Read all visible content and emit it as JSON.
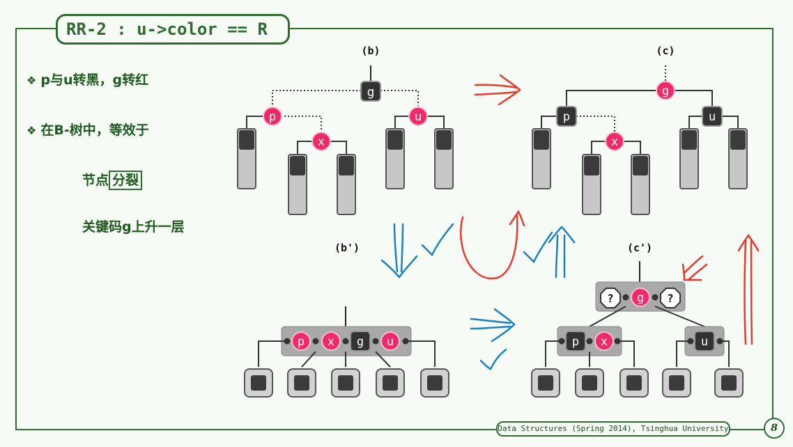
{
  "slide": {
    "title": "RR-2 : u->color == R",
    "bullets": [
      "p与u转黑，g转红",
      "在B-树中，等效于"
    ],
    "bullet_mark": "❖",
    "line3_prefix": "节点",
    "line3_boxed": "分裂",
    "line4": "关键码g上升一层"
  },
  "diagrams": {
    "b_label": "(b)",
    "c_label": "(c)",
    "bprime_label": "(b')",
    "cprime_label": "(c')",
    "node_p": "p",
    "node_u": "u",
    "node_g": "g",
    "node_x": "x",
    "node_q": "?"
  },
  "footer": {
    "text": "Data Structures (Spring 2014), Tsinghua University",
    "page": "8"
  },
  "colors": {
    "frame": "#2e6b2e",
    "red_node": "#ee2a6a",
    "black_node": "#333333",
    "red_ink": "#e53b2c",
    "blue_ink": "#1b7fc4"
  }
}
